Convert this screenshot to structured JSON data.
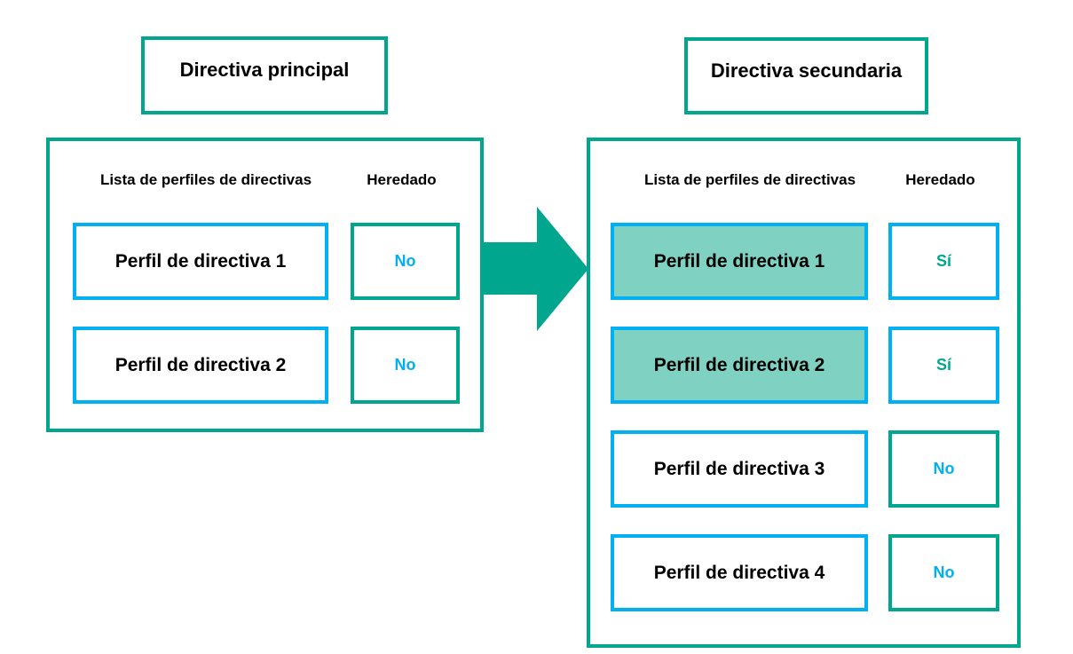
{
  "colors": {
    "teal_border": "#00A78E",
    "blue_border": "#00B0F0",
    "highlight_fill": "#7FD1C2",
    "yes_text": "#00A78E",
    "no_text": "#00B0F0",
    "label_text": "#000000",
    "background": "#FFFFFF"
  },
  "arrow": {
    "meaning": "inheritance from primary policy to secondary policy",
    "direction": "right",
    "color": "#00A78E"
  },
  "primary_policy": {
    "title": "Directiva principal",
    "list_header": "Lista de perfiles de directivas",
    "inherited_header": "Heredado",
    "rows": [
      {
        "profile": "Perfil de directiva 1",
        "inherited": "No",
        "highlighted": false
      },
      {
        "profile": "Perfil de directiva 2",
        "inherited": "No",
        "highlighted": false
      }
    ]
  },
  "secondary_policy": {
    "title": "Directiva secundaria",
    "list_header": "Lista de perfiles de directivas",
    "inherited_header": "Heredado",
    "rows": [
      {
        "profile": "Perfil de directiva 1",
        "inherited": "Sí",
        "highlighted": true
      },
      {
        "profile": "Perfil de directiva 2",
        "inherited": "Sí",
        "highlighted": true
      },
      {
        "profile": "Perfil de directiva 3",
        "inherited": "No",
        "highlighted": false
      },
      {
        "profile": "Perfil de directiva 4",
        "inherited": "No",
        "highlighted": false
      }
    ]
  }
}
